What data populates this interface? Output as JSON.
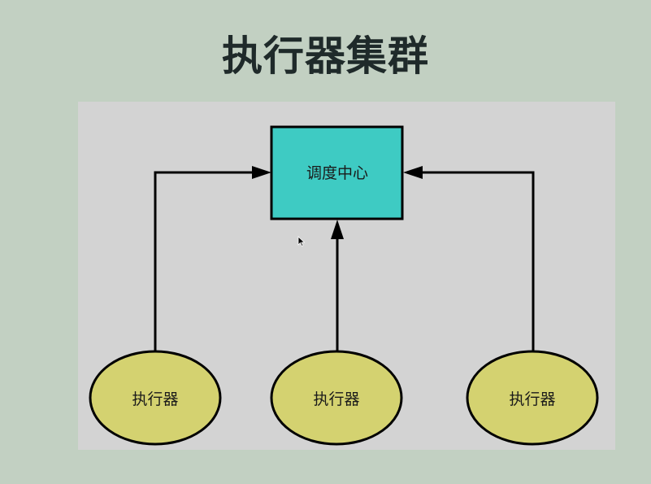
{
  "slide": {
    "title": "执行器集群"
  },
  "diagram": {
    "center_node": {
      "label": "调度中心",
      "fill": "#3ecbc3"
    },
    "executors": [
      {
        "label": "执行器"
      },
      {
        "label": "执行器"
      },
      {
        "label": "执行器"
      }
    ],
    "executor_fill": "#d4d270",
    "panel_bg": "#d3d3d3",
    "slide_bg": "#c2d0c2"
  }
}
